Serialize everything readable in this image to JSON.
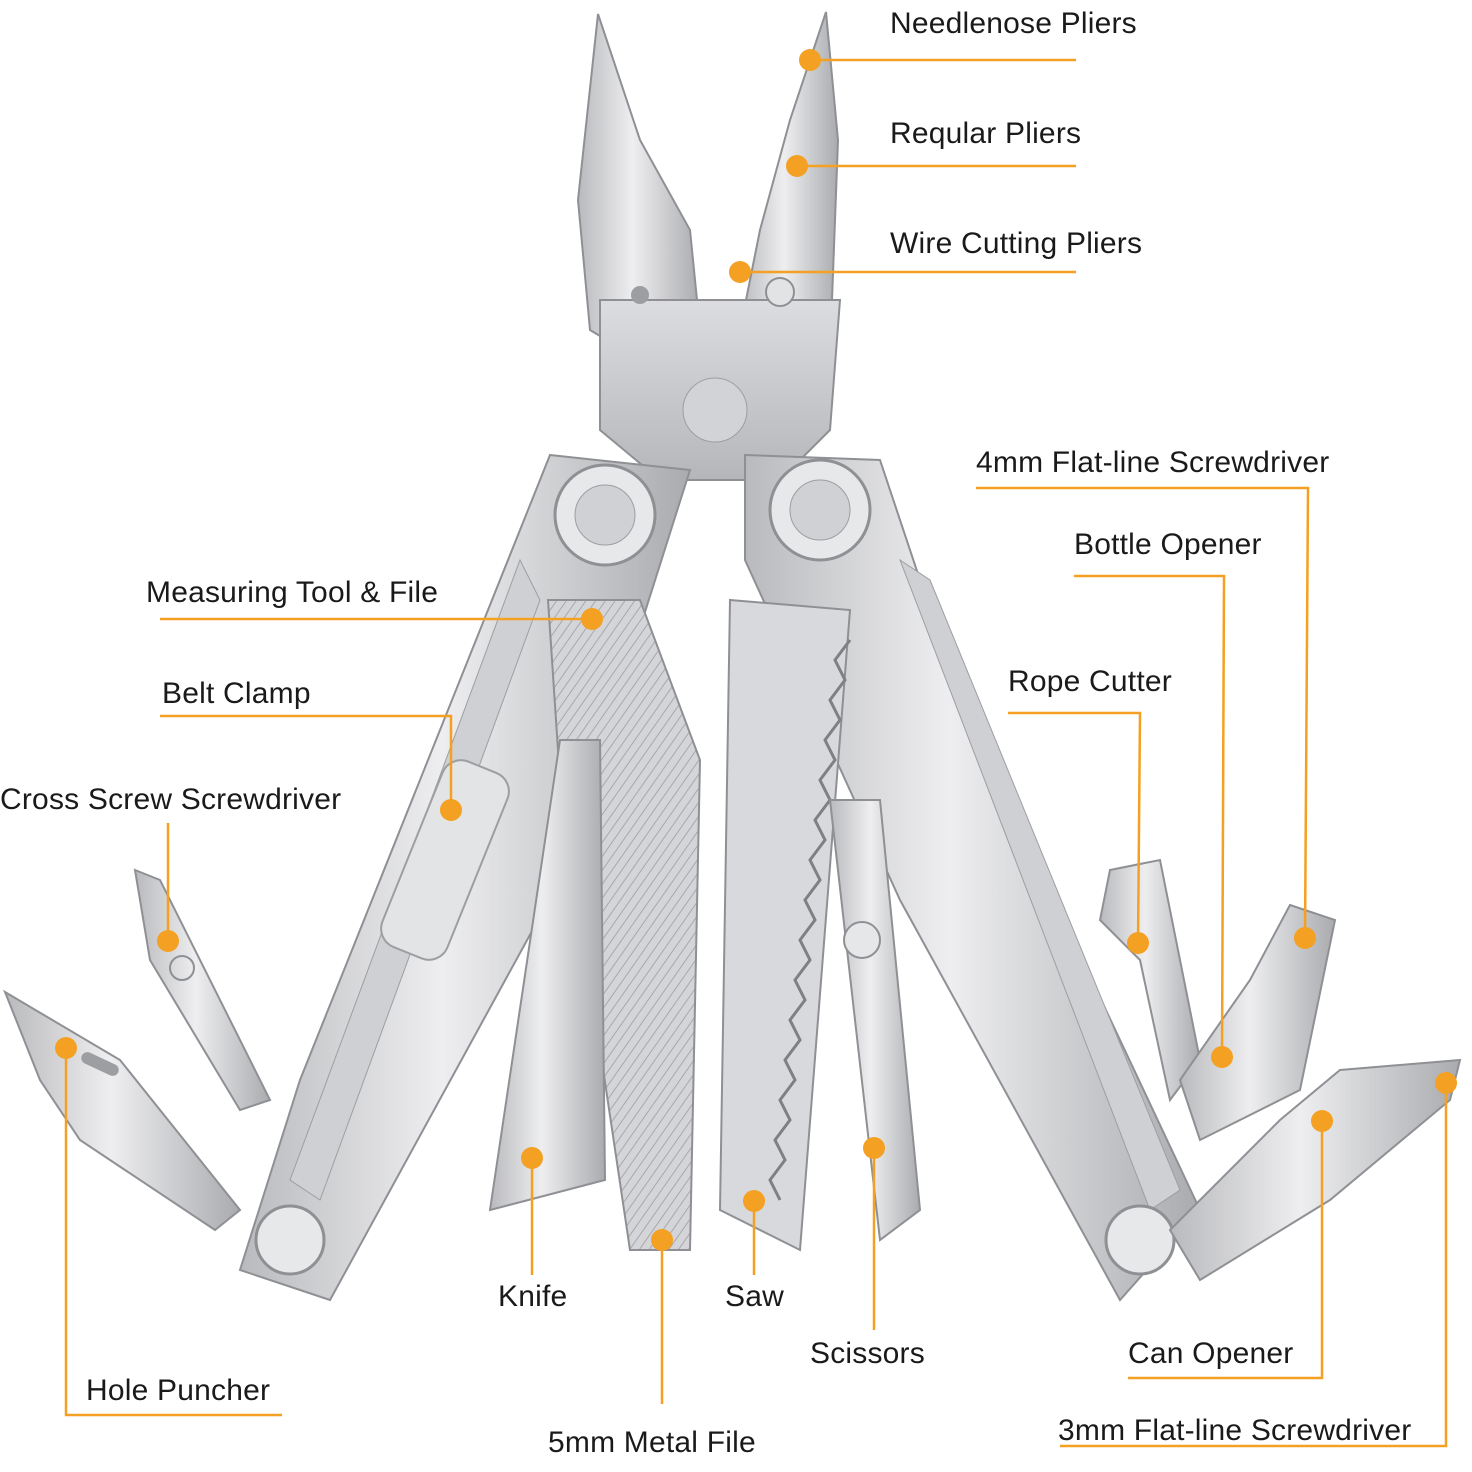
{
  "colors": {
    "accent": "#f4a022",
    "steel_light": "#e6e6e8",
    "steel_mid": "#c8c9cc",
    "steel_dark": "#8e9094",
    "text": "#1a1a1a"
  },
  "labels": {
    "needlenose_pliers": "Needlenose Pliers",
    "regular_pliers": "Reqular Pliers",
    "wire_cutting_pliers": "Wire Cutting Pliers",
    "flat_4mm": "4mm Flat-line Screwdriver",
    "bottle_opener": "Bottle Opener",
    "rope_cutter": "Rope Cutter",
    "measuring_tool": "Measuring Tool & File",
    "belt_clamp": "Belt Clamp",
    "cross_screwdriver": "Cross Screw Screwdriver",
    "knife": "Knife",
    "saw": "Saw",
    "scissors": "Scissors",
    "can_opener": "Can Opener",
    "hole_puncher": "Hole Puncher",
    "metal_file": "5mm Metal File",
    "flat_3mm": "3mm Flat-line Screwdriver"
  }
}
